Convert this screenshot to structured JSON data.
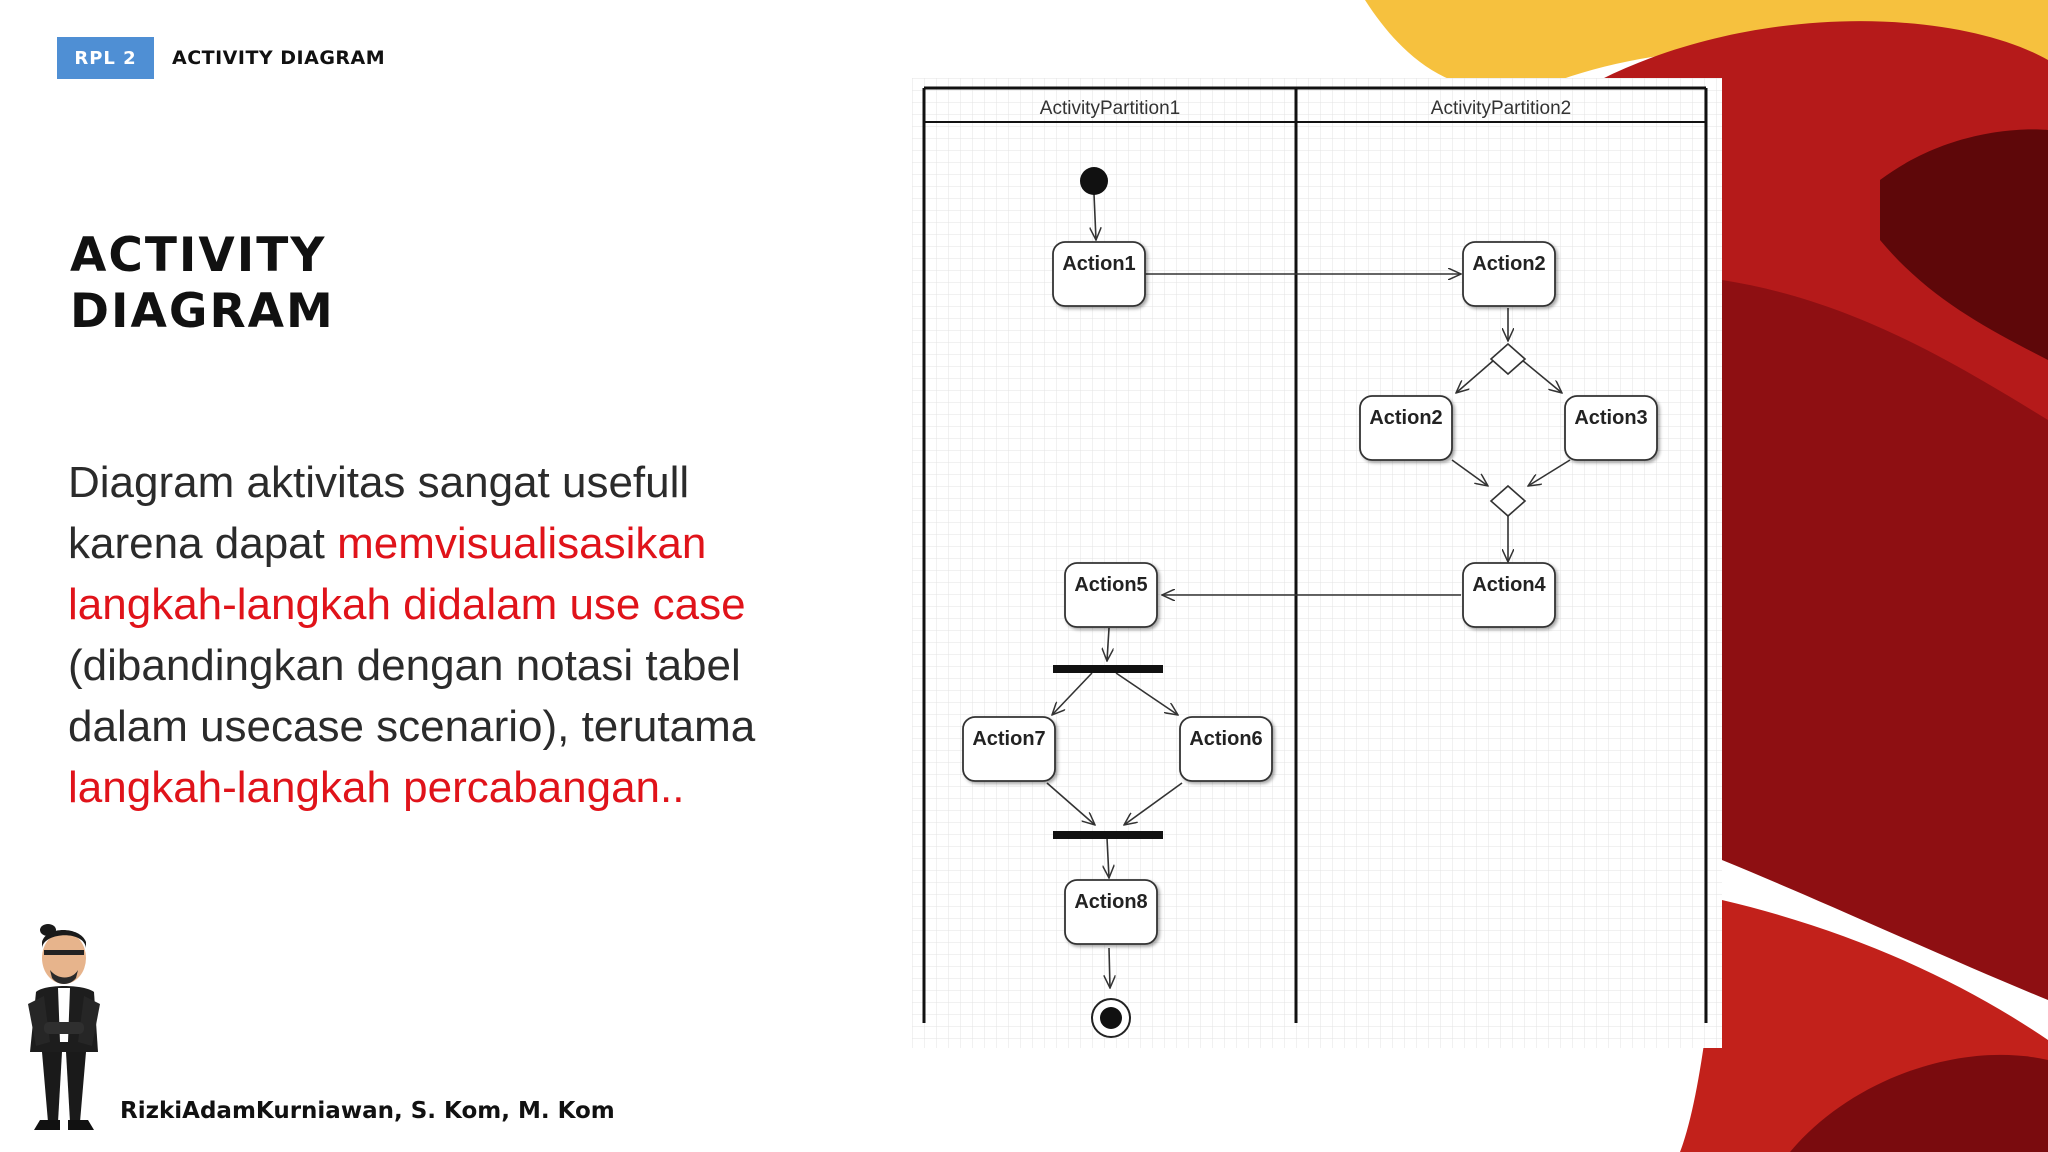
{
  "header": {
    "badge": "RPL 2",
    "section": "ACTIVITY DIAGRAM"
  },
  "title": {
    "line1": "ACTIVITY",
    "line2": "DIAGRAM"
  },
  "body": {
    "part1": "Diagram aktivitas sangat usefull karena dapat ",
    "highlight1": "memvisualisasikan langkah-langkah didalam use case",
    "part2": " (dibandingkan dengan notasi tabel dalam usecase scenario), terutama ",
    "highlight2": "langkah-langkah percabangan.."
  },
  "diagram": {
    "partitions": [
      "ActivityPartition1",
      "ActivityPartition2"
    ],
    "actions": {
      "a1": "Action1",
      "a2top": "Action2",
      "a2left": "Action2",
      "a3": "Action3",
      "a4": "Action4",
      "a5": "Action5",
      "a7": "Action7",
      "a6": "Action6",
      "a8": "Action8"
    }
  },
  "footer": {
    "author": "RizkiAdamKurniawan, S. Kom, M. Kom"
  },
  "colors": {
    "badge": "#4f8fd4",
    "highlight": "#e0131a",
    "deco_dark": "#8e0f12",
    "deco_red": "#b51a1a",
    "deco_yellow": "#f6c13e"
  }
}
